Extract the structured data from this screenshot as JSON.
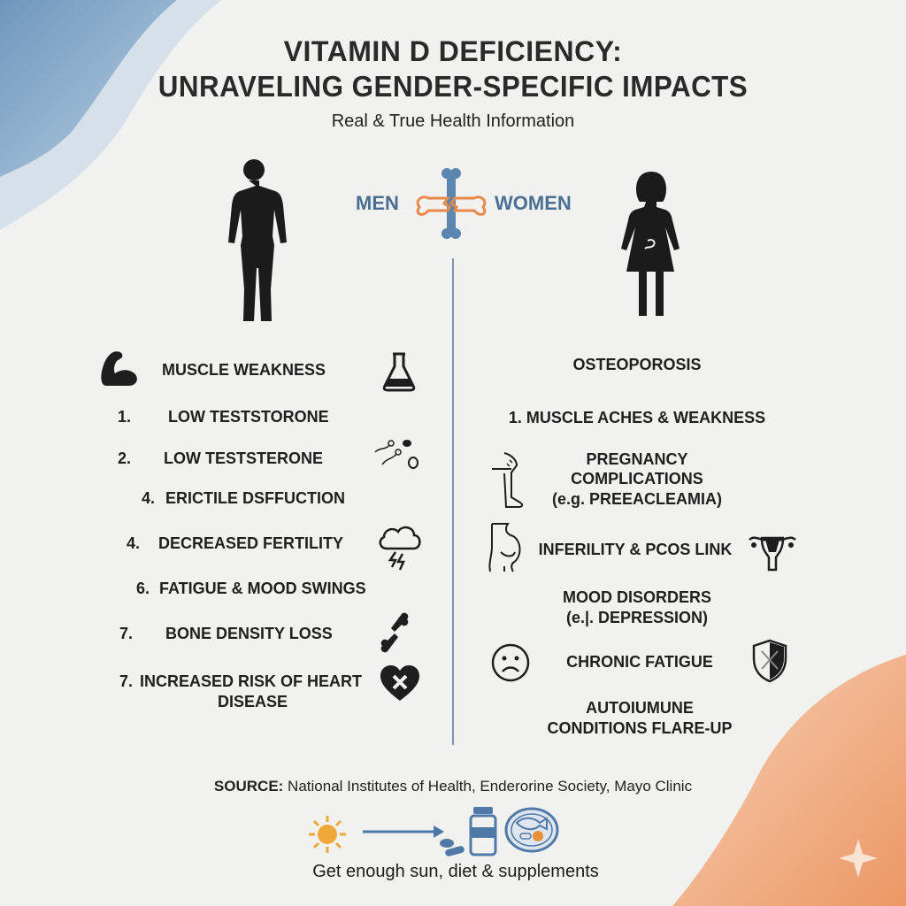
{
  "header": {
    "title_line1": "VITAMIN D DEFICIENCY:",
    "title_line2": "UNRAVELING GENDER-SPECIFIC IMPACTS",
    "subtitle": "Real & True Health Information"
  },
  "genders": {
    "men": "MEN",
    "women": "WOMEN"
  },
  "colors": {
    "accent_blue": "#4a6f94",
    "accent_orange": "#e8894a",
    "bone_blue": "#5b86b0",
    "background": "#f1f1ef"
  },
  "men": {
    "items": [
      {
        "num": "",
        "label": "MUSCLE WEAKNESS",
        "icon": "flexed-arm-icon",
        "icon2": "flask-icon"
      },
      {
        "num": "1.",
        "label": "LOW TESTSTORONE"
      },
      {
        "num": "2.",
        "label": "LOW TESTSTERONE",
        "icon": "sperm-egg-icon"
      },
      {
        "num": "4.",
        "label": "ERICTILE DSFFUCTION"
      },
      {
        "num": "4.",
        "label": "DECREASED FERTILITY",
        "icon": "storm-cloud-icon"
      },
      {
        "num": "6.",
        "label": "FATIGUE & MOOD SWINGS"
      },
      {
        "num": "7.",
        "label": "BONE DENSITY LOSS",
        "icon": "broken-bone-icon"
      },
      {
        "num": "7.",
        "label": "INCREASED RISK OF HEART",
        "label2": "DISEASE",
        "icon": "heart-x-icon"
      }
    ]
  },
  "women": {
    "items": [
      {
        "label": "OSTEOPOROSIS"
      },
      {
        "label": "1. MUSCLE ACHES & WEAKNESS"
      },
      {
        "lines": [
          "PREGNANCY",
          "COMPLICATIONS",
          "(e.g. PREEACLEAMIA)"
        ],
        "icon": "aching-leg-icon"
      },
      {
        "label": "INFERILITY & PCOS LINK",
        "icon": "belly-icon",
        "icon2": "uterus-icon"
      },
      {
        "lines": [
          "MOOD DISORDERS",
          "(e.|. DEPRESSION)"
        ]
      },
      {
        "label": "CHRONIC FATIGUE",
        "icon": "sad-face-icon",
        "icon2": "broken-shield-icon"
      },
      {
        "lines": [
          "AUTOIUMUNE",
          "CONDITIONS FLARE-UP"
        ]
      }
    ]
  },
  "footer": {
    "source_label": "SOURCE:",
    "source_text": " National Institutes of Health, Enderorine Society, Mayo Clinic",
    "tip": "Get enough sun, diet & supplements"
  }
}
